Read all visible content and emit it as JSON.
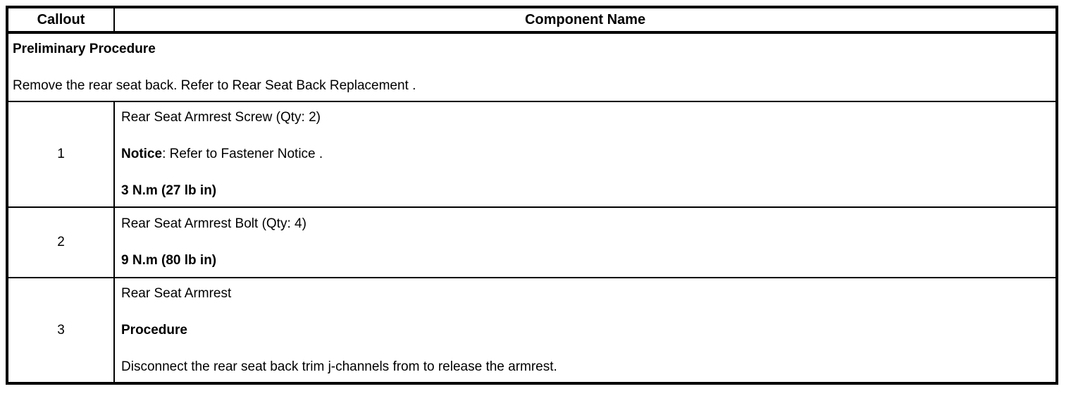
{
  "page": {
    "background": "#ffffff",
    "text_color": "#000000",
    "border_color": "#000000"
  },
  "table": {
    "header": {
      "callout": "Callout",
      "component_name": "Component Name"
    },
    "preliminary": {
      "title": "Preliminary Procedure",
      "instruction": "Remove the rear seat back. Refer to Rear Seat Back Replacement ."
    },
    "rows": [
      {
        "callout": "1",
        "component": "Rear Seat Armrest Screw (Qty: 2)",
        "notice_label": "Notice",
        "notice_rest": ": Refer to Fastener Notice .",
        "torque": "3 N.m (27 lb in)"
      },
      {
        "callout": "2",
        "component": "Rear Seat Armrest Bolt (Qty: 4)",
        "torque": "9 N.m (80 lb in)"
      },
      {
        "callout": "3",
        "component": "Rear Seat Armrest",
        "procedure_label": "Procedure",
        "procedure_text": "Disconnect the rear seat back trim j-channels from to release the armrest."
      }
    ]
  }
}
